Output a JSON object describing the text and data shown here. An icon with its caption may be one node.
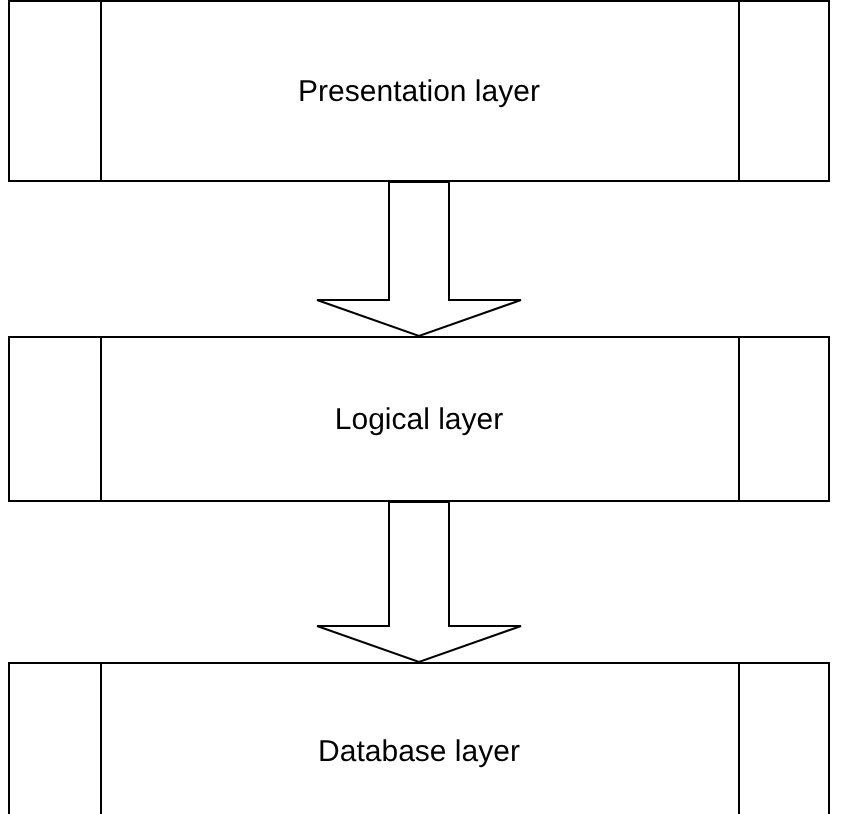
{
  "diagram": {
    "nodes": [
      {
        "text": [
          "Presentation layer"
        ]
      },
      {
        "text": [
          "Logical layer"
        ]
      },
      {
        "text": [
          "Database layer"
        ]
      }
    ],
    "edges": [
      {
        "from": 0,
        "to": 1,
        "arrow": "to"
      },
      {
        "from": 1,
        "to": 2,
        "arrow": "to"
      }
    ]
  }
}
